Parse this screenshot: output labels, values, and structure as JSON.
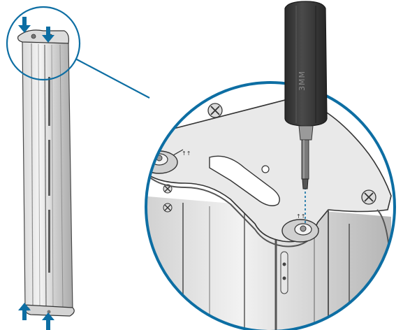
{
  "tool": {
    "label": "3MM"
  },
  "colors": {
    "accent": "#0d6ea3",
    "metal_light": "#e8e8e8",
    "metal_mid": "#c4c4c4",
    "metal_dark": "#8e8e8e",
    "outline": "#3a3a3a",
    "handle": "#3b3b3b"
  },
  "callouts": {
    "arrows": [
      "arrow-down-top-left",
      "arrow-down-top-right",
      "arrow-up-bottom-left",
      "arrow-up-bottom-right"
    ],
    "icons": [
      "arrow-down-icon",
      "arrow-up-icon",
      "hex-screwdriver-icon",
      "magnifier-circle-icon"
    ]
  }
}
